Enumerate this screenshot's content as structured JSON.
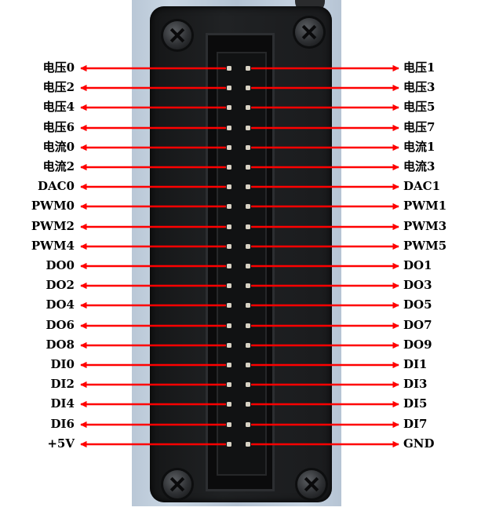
{
  "diagram": {
    "arrow_color": "#ff0000",
    "pins": [
      {
        "left": "电压0",
        "right": "电压1"
      },
      {
        "left": "电压2",
        "right": "电压3"
      },
      {
        "left": "电压4",
        "right": "电压5"
      },
      {
        "left": "电压6",
        "right": "电压7"
      },
      {
        "left": "电流0",
        "right": "电流1"
      },
      {
        "left": "电流2",
        "right": "电流3"
      },
      {
        "left": "DAC0",
        "right": "DAC1"
      },
      {
        "left": "PWM0",
        "right": "PWM1"
      },
      {
        "left": "PWM2",
        "right": "PWM3"
      },
      {
        "left": "PWM4",
        "right": "PWM5"
      },
      {
        "left": "DO0",
        "right": "DO1"
      },
      {
        "left": "DO2",
        "right": "DO3"
      },
      {
        "left": "DO4",
        "right": "DO5"
      },
      {
        "left": "DO6",
        "right": "DO7"
      },
      {
        "left": "DO8",
        "right": "DO9"
      },
      {
        "left": "DI0",
        "right": "DI1"
      },
      {
        "left": "DI2",
        "right": "DI3"
      },
      {
        "left": "DI4",
        "right": "DI5"
      },
      {
        "left": "DI6",
        "right": "DI7"
      },
      {
        "left": "+5V",
        "right": "GND"
      }
    ]
  }
}
